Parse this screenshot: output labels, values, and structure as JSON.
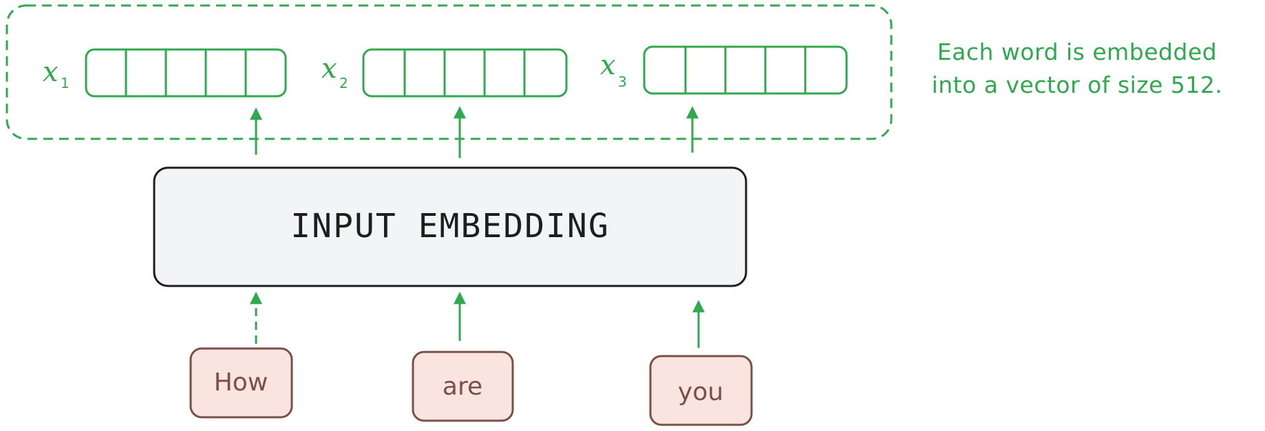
{
  "vectors": [
    {
      "var": "x",
      "sub": "1"
    },
    {
      "var": "x",
      "sub": "2"
    },
    {
      "var": "x",
      "sub": "3"
    }
  ],
  "embedding_box": {
    "label": "INPUT EMBEDDING"
  },
  "words": [
    "How",
    "are",
    "you"
  ],
  "annotation": {
    "line1": "Each word is embedded",
    "line2": "into a vector of size 512."
  },
  "colors": {
    "green": "#2fa84f",
    "box_fill": "#f2f4f6",
    "box_stroke": "#1e1e1e",
    "word_fill": "#f9e4df",
    "word_stroke": "#7a4f47"
  }
}
